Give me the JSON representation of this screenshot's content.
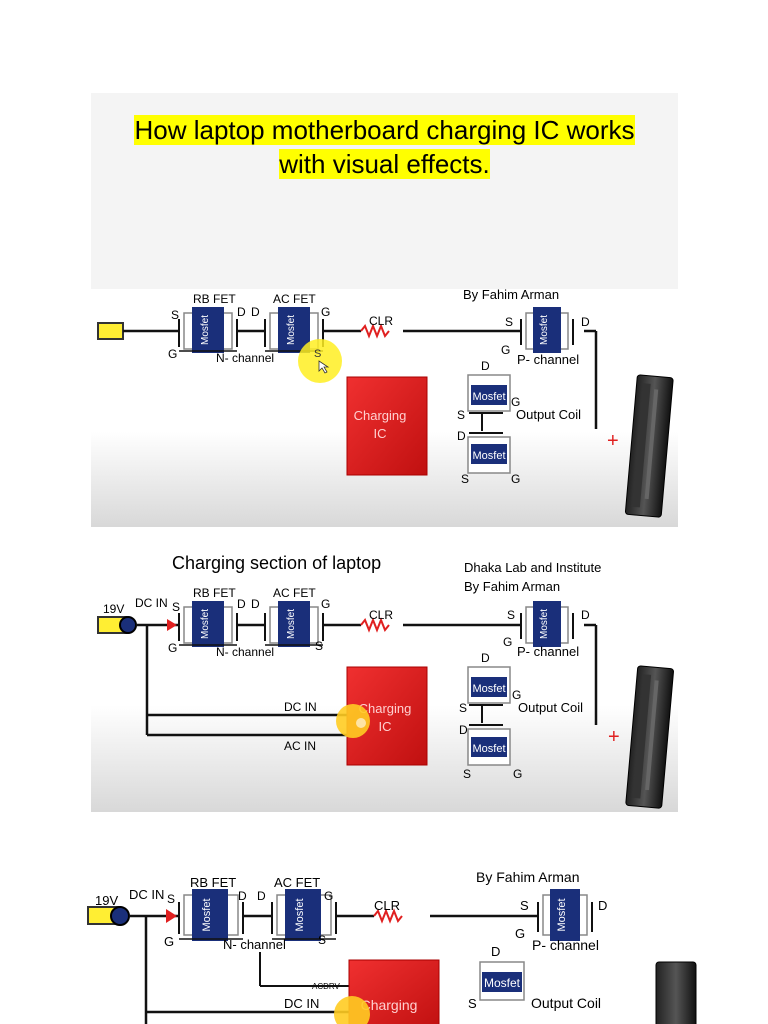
{
  "title": {
    "line1": "How laptop motherboard charging IC works",
    "line2": "with visual effects."
  },
  "labels": {
    "rb_fet": "RB FET",
    "ac_fet": "AC FET",
    "mosfet": "Mosfet",
    "n_channel": "N- channel",
    "p_channel": "P- channel",
    "clr": "CLR",
    "charging": "Charging",
    "ic": "IC",
    "output_coil": "Output Coil",
    "plus": "+",
    "s": "S",
    "d": "D",
    "g": "G",
    "voltage": "19V",
    "dc_in": "DC IN",
    "ac_in": "AC IN",
    "acdrv": "ACDRV"
  },
  "slide1": {
    "author": "By Fahim Arman"
  },
  "slide2": {
    "heading": "Charging section of laptop",
    "lab": "Dhaka Lab and Institute",
    "author": "By Fahim Arman"
  },
  "slide3": {
    "author": "By Fahim Arman"
  },
  "colors": {
    "highlight": "#ffff00",
    "ic_red": "#e02020",
    "mosfet_blue": "#1a2f7a",
    "wire": "#111111"
  }
}
